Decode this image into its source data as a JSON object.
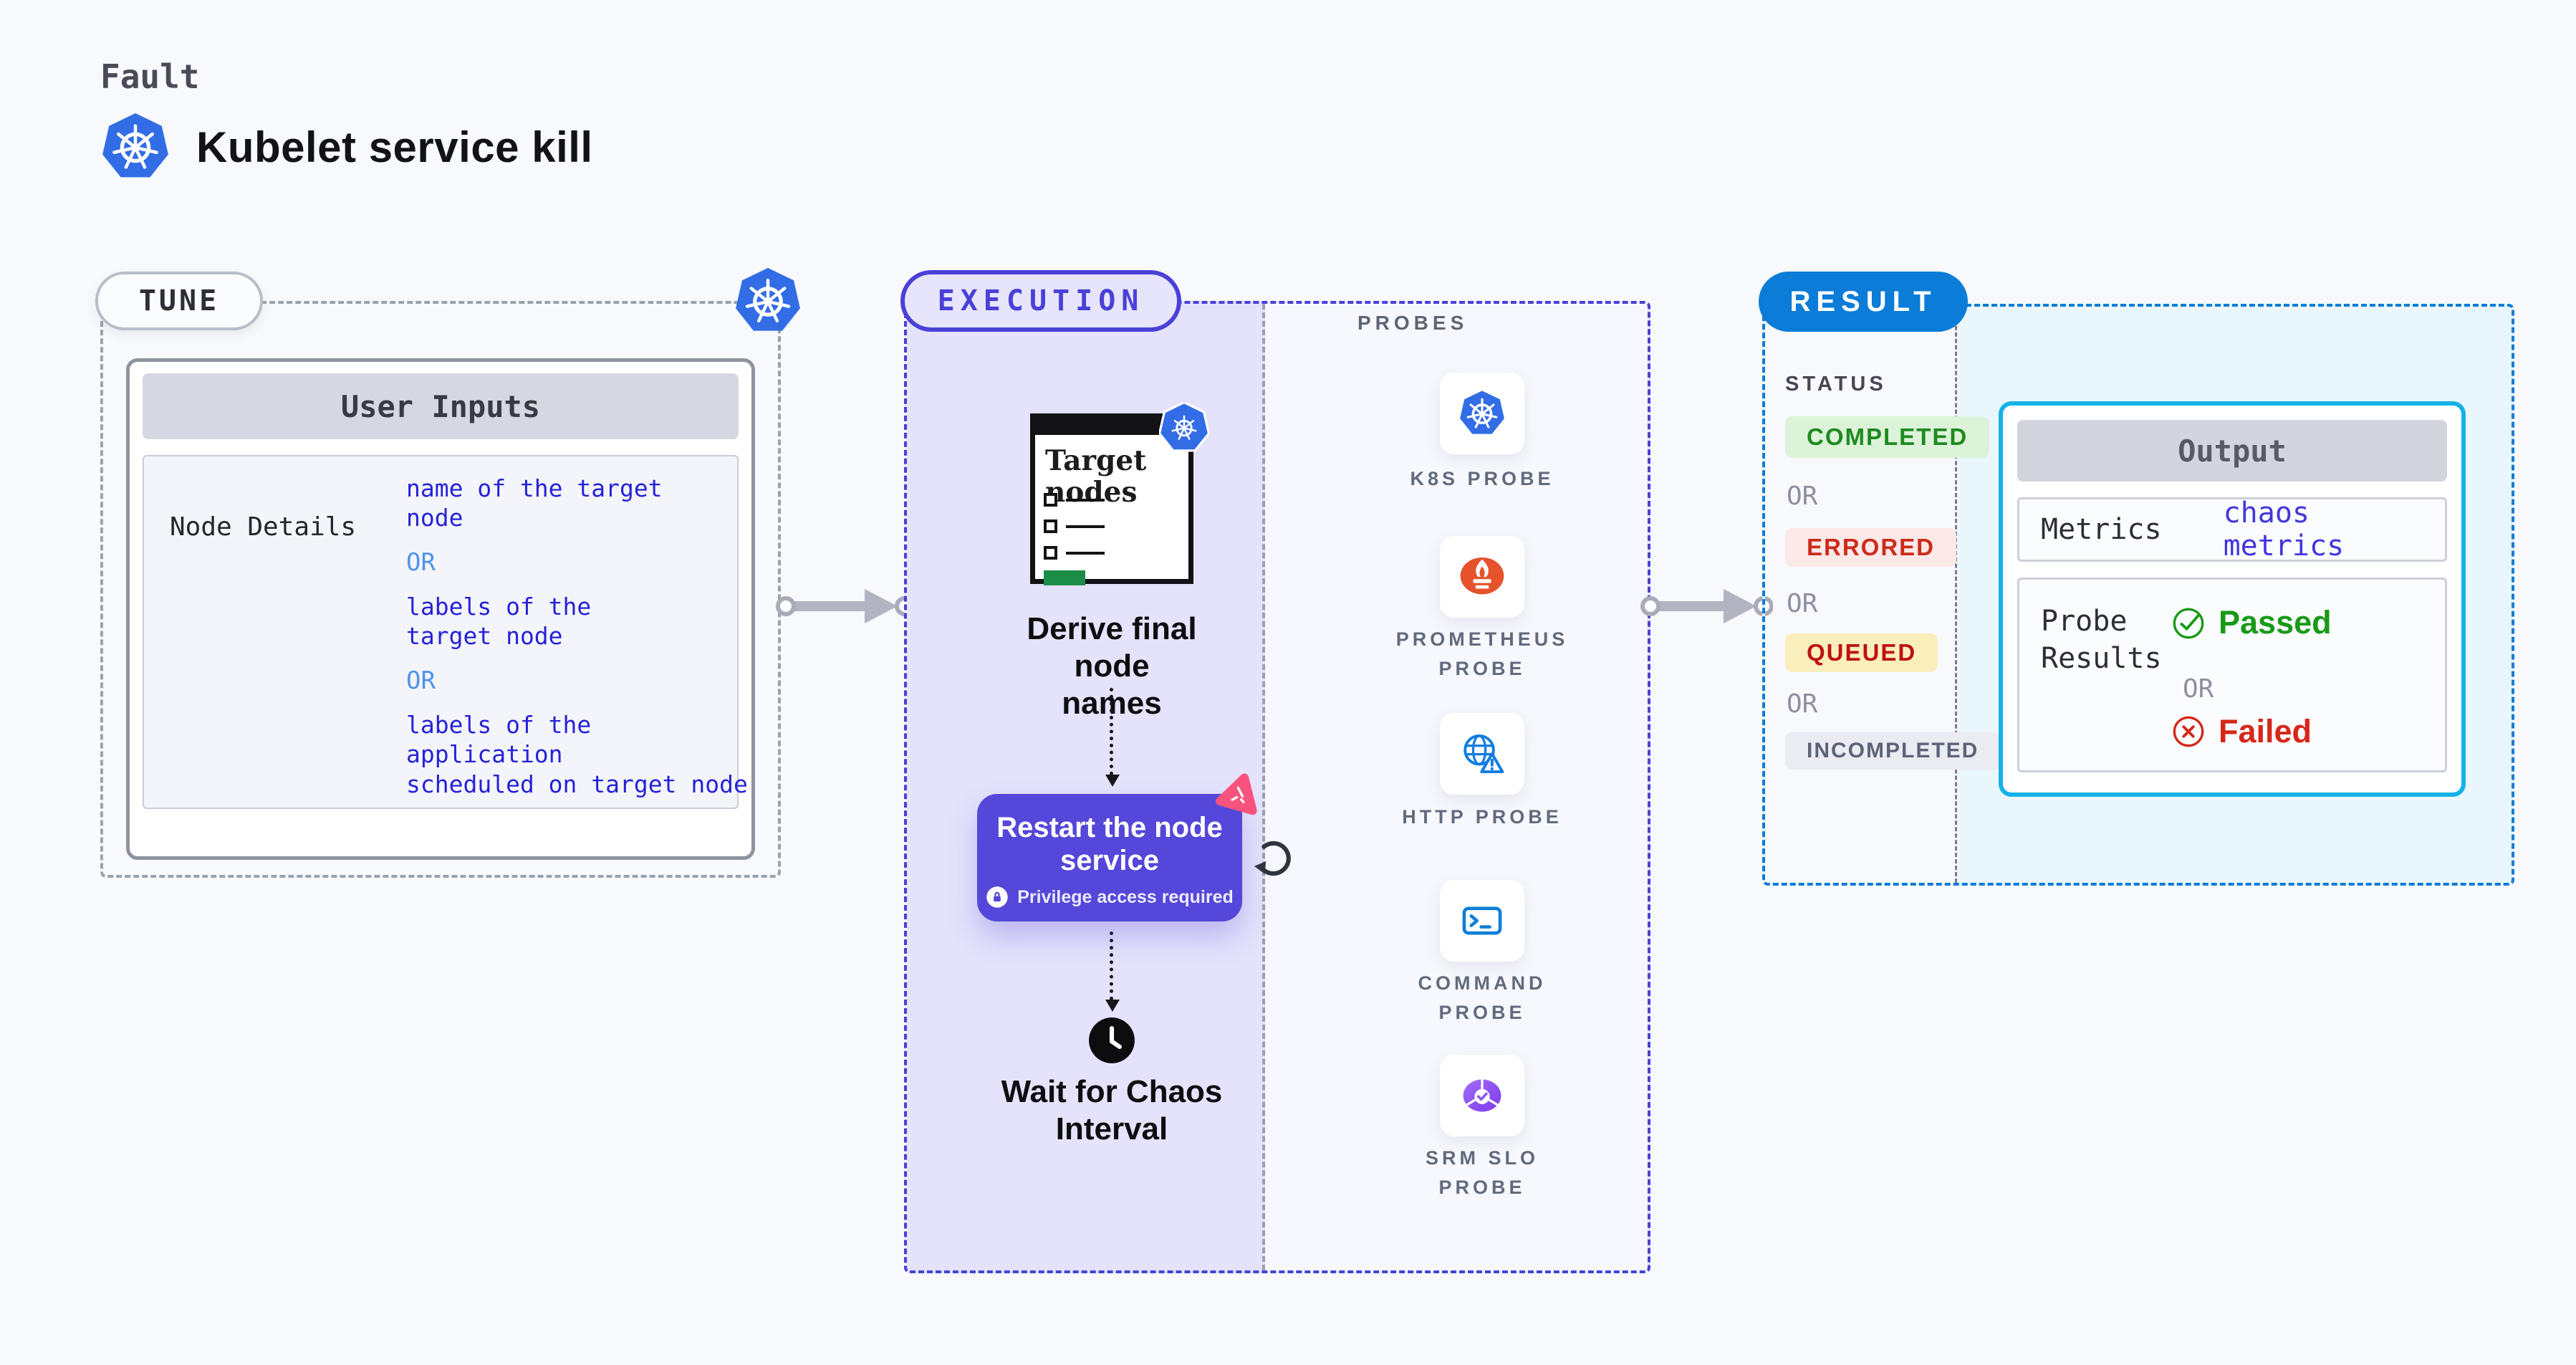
{
  "colors": {
    "k8s-blue": "#326de6",
    "indigo": "#4a40d8",
    "lavender": "#e6e5fb",
    "lavender-panel": "#e4e3fb",
    "purple-card": "#5447d9",
    "result-blue": "#0b7cd7",
    "cyan-border": "#14b2e8",
    "cyan-fill": "#e9f6fc",
    "value-blue": "#2522d8",
    "or-blue": "#4f93ee",
    "link-indigo": "#4436de",
    "completed-bg": "#dcf3da",
    "completed-text": "#1e8b1e",
    "errored-bg": "#fbe9e8",
    "errored-text": "#cd2b1b",
    "queued-bg": "#fbeebd",
    "queued-text": "#bd1212",
    "incompleted-bg": "#ebebf2",
    "incompleted-text": "#5d6378",
    "or-gray": "#8f8fa1",
    "pink": "#f8537f",
    "prometheus-orange": "#e6522c",
    "probe-label": "#626b7d",
    "passed-green": "#189a18",
    "failed-red": "#d6271a",
    "green-bar": "#1c8d46"
  },
  "header": {
    "kicker": "Fault",
    "title": "Kubelet service kill",
    "logo_icon": "kubernetes-icon"
  },
  "tune": {
    "label": "TUNE",
    "badge_icon": "kubernetes-icon",
    "panel_title": "User Inputs",
    "row_label": "Node Details",
    "values": [
      {
        "type": "value",
        "text": "name of the target\nnode"
      },
      {
        "type": "or",
        "text": "OR"
      },
      {
        "type": "value",
        "text": "labels of the\ntarget node"
      },
      {
        "type": "or",
        "text": "OR"
      },
      {
        "type": "value",
        "text": "labels of the application\n scheduled on target node"
      }
    ]
  },
  "execution": {
    "label": "EXECUTION",
    "target_card": {
      "title": "Target\nnodes",
      "badge_icon": "kubernetes-icon",
      "checklist_rows": 3
    },
    "step_derive": "Derive final node\nnames",
    "action": {
      "title": "Restart the node\nservice",
      "badge_icon": "lock-icon",
      "badge_text": "Privilege access required",
      "corner_icon": "chaos-pink-icon",
      "side_icon": "retry-loop-icon"
    },
    "wait_icon": "clock-icon",
    "step_wait": "Wait for Chaos\nInterval"
  },
  "probes": {
    "label": "PROBES",
    "items": [
      {
        "label": "K8S PROBE",
        "icon": "kubernetes-icon"
      },
      {
        "label": "PROMETHEUS\nPROBE",
        "icon": "prometheus-icon"
      },
      {
        "label": "HTTP PROBE",
        "icon": "globe-warning-icon"
      },
      {
        "label": "COMMAND\nPROBE",
        "icon": "terminal-icon"
      },
      {
        "label": "SRM SLO\nPROBE",
        "icon": "slo-pie-icon"
      }
    ]
  },
  "result": {
    "label": "RESULT",
    "status_title": "STATUS",
    "or": "OR",
    "statuses": [
      {
        "label": "COMPLETED"
      },
      {
        "label": "ERRORED"
      },
      {
        "label": "QUEUED"
      },
      {
        "label": "INCOMPLETED"
      }
    ],
    "output": {
      "title": "Output",
      "metrics_label": "Metrics",
      "metrics_value": "chaos metrics",
      "probe_label": "Probe\nResults",
      "passed": "Passed",
      "passed_icon": "check-circle-icon",
      "or": "OR",
      "failed": "Failed",
      "failed_icon": "x-circle-icon"
    }
  }
}
